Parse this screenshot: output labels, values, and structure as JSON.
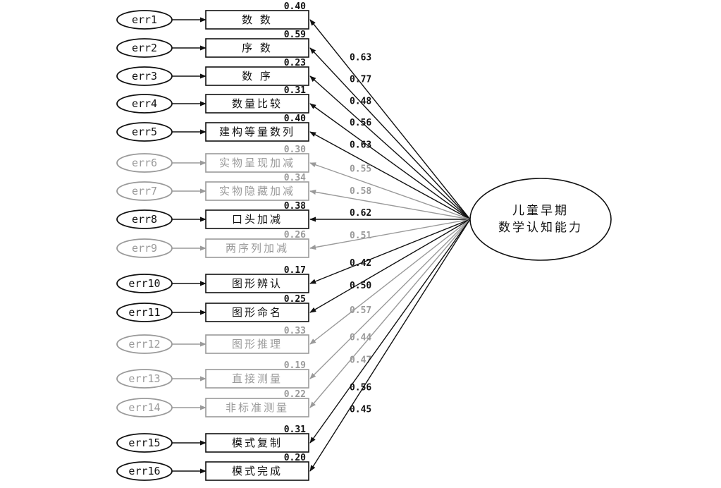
{
  "factor": {
    "label_line1": "儿童早期",
    "label_line2": "数学认知能力"
  },
  "indicators": [
    {
      "err": "err1",
      "name": "数  数",
      "r2": "0.40",
      "loading": "0.63",
      "faded": false
    },
    {
      "err": "err2",
      "name": "序  数",
      "r2": "0.59",
      "loading": "0.77",
      "faded": false
    },
    {
      "err": "err3",
      "name": "数  序",
      "r2": "0.23",
      "loading": "0.48",
      "faded": false
    },
    {
      "err": "err4",
      "name": "数量比较",
      "r2": "0.31",
      "loading": "0.56",
      "faded": false
    },
    {
      "err": "err5",
      "name": "建构等量数列",
      "r2": "0.40",
      "loading": "0.63",
      "faded": false
    },
    {
      "err": "err6",
      "name": "实物呈现加减",
      "r2": "0.30",
      "loading": "0.55",
      "faded": true
    },
    {
      "err": "err7",
      "name": "实物隐藏加减",
      "r2": "0.34",
      "loading": "0.58",
      "faded": true
    },
    {
      "err": "err8",
      "name": "口头加减",
      "r2": "0.38",
      "loading": "0.62",
      "faded": false
    },
    {
      "err": "err9",
      "name": "两序列加减",
      "r2": "0.26",
      "loading": "0.51",
      "faded": true
    },
    {
      "err": "err10",
      "name": "图形辨认",
      "r2": "0.17",
      "loading": "0.42",
      "faded": false
    },
    {
      "err": "err11",
      "name": "图形命名",
      "r2": "0.25",
      "loading": "0.50",
      "faded": false
    },
    {
      "err": "err12",
      "name": "图形推理",
      "r2": "0.33",
      "loading": "0.57",
      "faded": true
    },
    {
      "err": "err13",
      "name": "直接测量",
      "r2": "0.19",
      "loading": "0.44",
      "faded": true
    },
    {
      "err": "err14",
      "name": "非标准测量",
      "r2": "0.22",
      "loading": "0.47",
      "faded": true
    },
    {
      "err": "err15",
      "name": "模式复制",
      "r2": "0.31",
      "loading": "0.56",
      "faded": false
    },
    {
      "err": "err16",
      "name": "模式完成",
      "r2": "0.20",
      "loading": "0.45",
      "faded": false
    }
  ],
  "colors": {
    "ink": "#111111",
    "faded": "#9a9a9a"
  }
}
